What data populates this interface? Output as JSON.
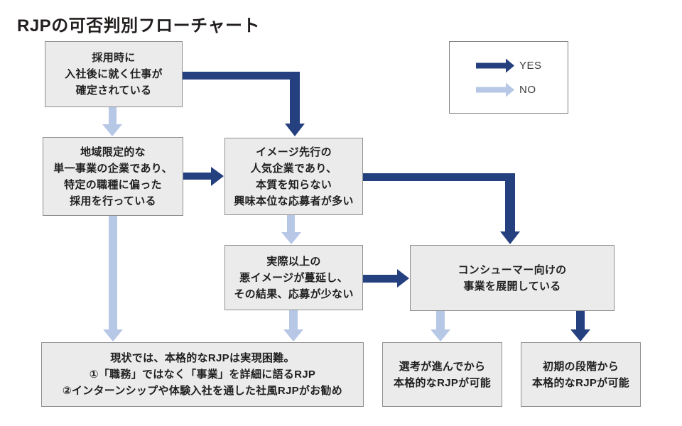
{
  "title": "RJPの可否判別フローチャート",
  "colors": {
    "yes": "#24407F",
    "no": "#B7C7E6",
    "box_fill": "#EBEBEB",
    "box_border": "#8F8F8F",
    "text": "#1F1F1F"
  },
  "legend": {
    "yes_label": "YES",
    "no_label": "NO"
  },
  "nodes": {
    "start": {
      "lines": [
        "採用時に",
        "入社後に就く仕事が",
        "確定されている"
      ]
    },
    "regional": {
      "lines": [
        "地域限定的な",
        "単一事業の企業であり、",
        "特定の職種に偏った",
        "採用を行っている"
      ]
    },
    "image_led": {
      "lines": [
        "イメージ先行の",
        "人気企業であり、",
        "本質を知らない",
        "興味本位な応募者が多い"
      ]
    },
    "bad_image": {
      "lines": [
        "実際以上の",
        "悪イメージが蔓延し、",
        "その結果、応募が少ない"
      ]
    },
    "consumer": {
      "lines": [
        "コンシューマー向けの",
        "事業を展開している"
      ]
    },
    "difficult": {
      "lines": [
        "現状では、本格的なRJPは実現困難。",
        "①「職務」ではなく「事業」を詳細に語るRJP",
        "②インターンシップや体験入社を通した社風RJPがお勧め"
      ]
    },
    "later_rjp": {
      "lines": [
        "選考が進んでから",
        "本格的なRJPが可能"
      ]
    },
    "early_rjp": {
      "lines": [
        "初期の段階から",
        "本格的なRJPが可能"
      ]
    }
  },
  "edges": [
    {
      "from": "start",
      "to": "image_led",
      "answer": "YES"
    },
    {
      "from": "start",
      "to": "regional",
      "answer": "NO"
    },
    {
      "from": "regional",
      "to": "image_led",
      "answer": "YES"
    },
    {
      "from": "regional",
      "to": "difficult",
      "answer": "NO"
    },
    {
      "from": "image_led",
      "to": "consumer",
      "answer": "YES"
    },
    {
      "from": "image_led",
      "to": "bad_image",
      "answer": "NO"
    },
    {
      "from": "bad_image",
      "to": "consumer",
      "answer": "YES"
    },
    {
      "from": "bad_image",
      "to": "difficult",
      "answer": "NO"
    },
    {
      "from": "consumer",
      "to": "early_rjp",
      "answer": "YES"
    },
    {
      "from": "consumer",
      "to": "later_rjp",
      "answer": "NO"
    }
  ]
}
